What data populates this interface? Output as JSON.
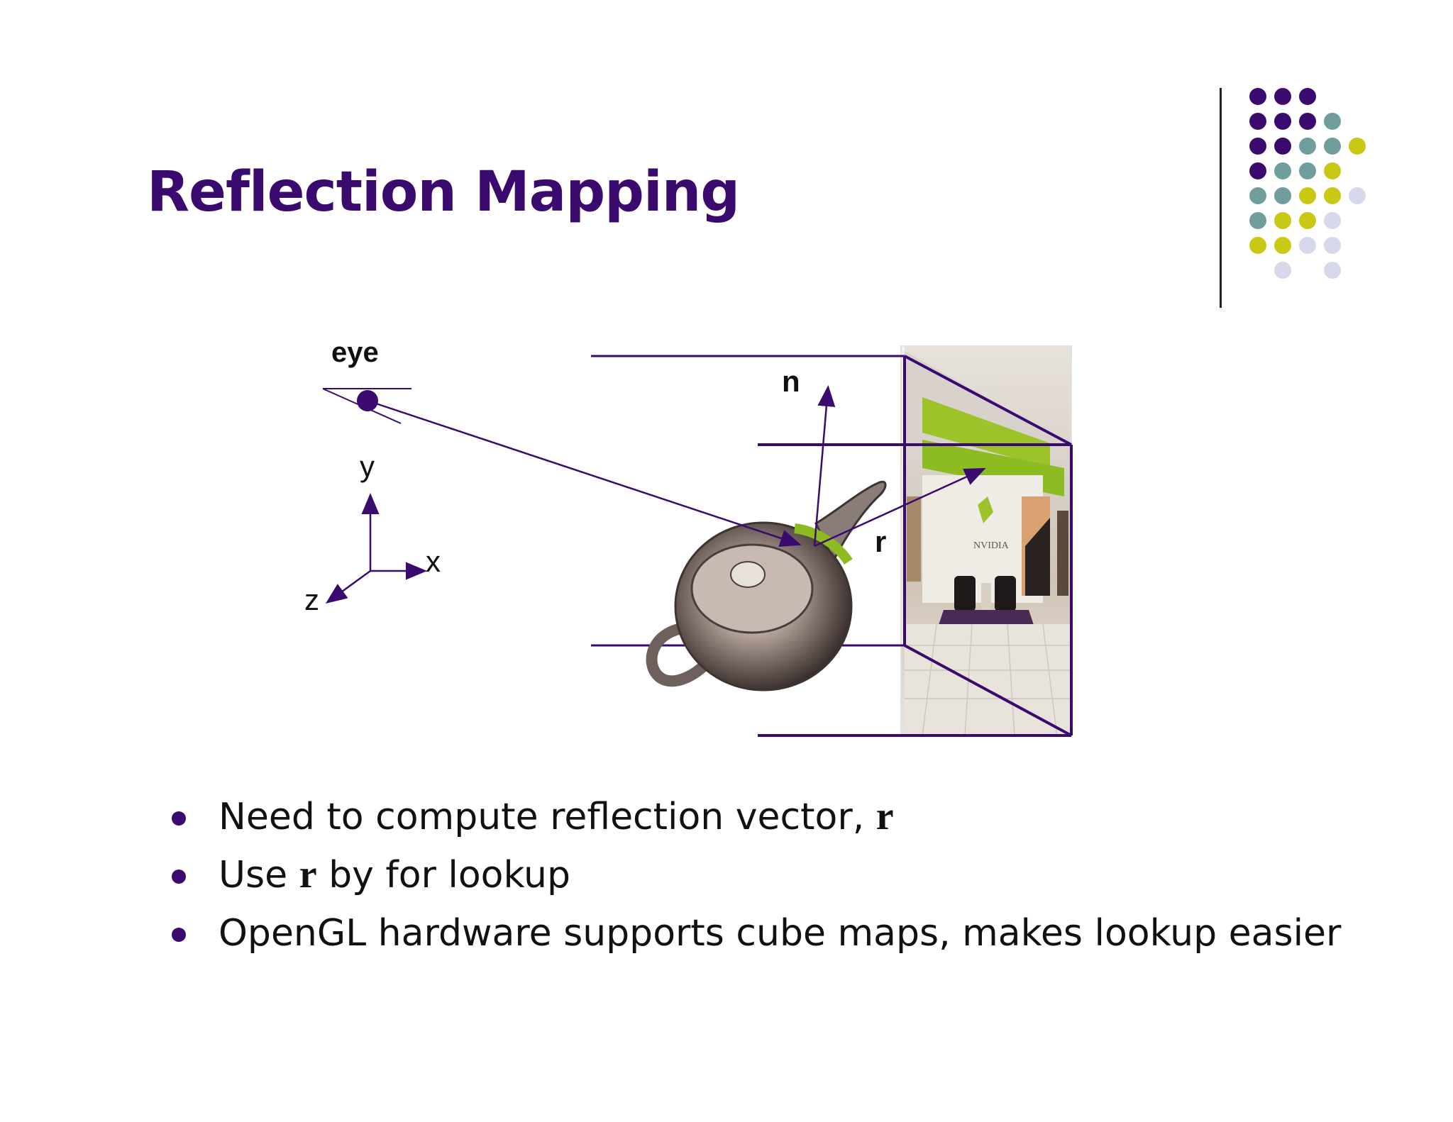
{
  "slide": {
    "title": "Reflection Mapping",
    "colors": {
      "title": "#3a0a6e",
      "accent_purple": "#3a0a6e",
      "accent_teal": "#6f9e9c",
      "accent_lime": "#c9c814",
      "accent_lavender": "#d8d8ec"
    }
  },
  "diagram": {
    "eye_label": "eye",
    "normal_label": "n",
    "reflection_label": "r",
    "axis_y": "y",
    "axis_x": "x",
    "axis_z": "z",
    "logo_text": "NVIDIA"
  },
  "bullets": [
    {
      "text": "Need to compute reflection vector, ",
      "vector": "r",
      "rest": ""
    },
    {
      "text": "Use ",
      "vector": "r",
      "rest": " by for lookup"
    },
    {
      "text": "OpenGL hardware supports cube maps, makes lookup easier",
      "vector": "",
      "rest": ""
    }
  ]
}
